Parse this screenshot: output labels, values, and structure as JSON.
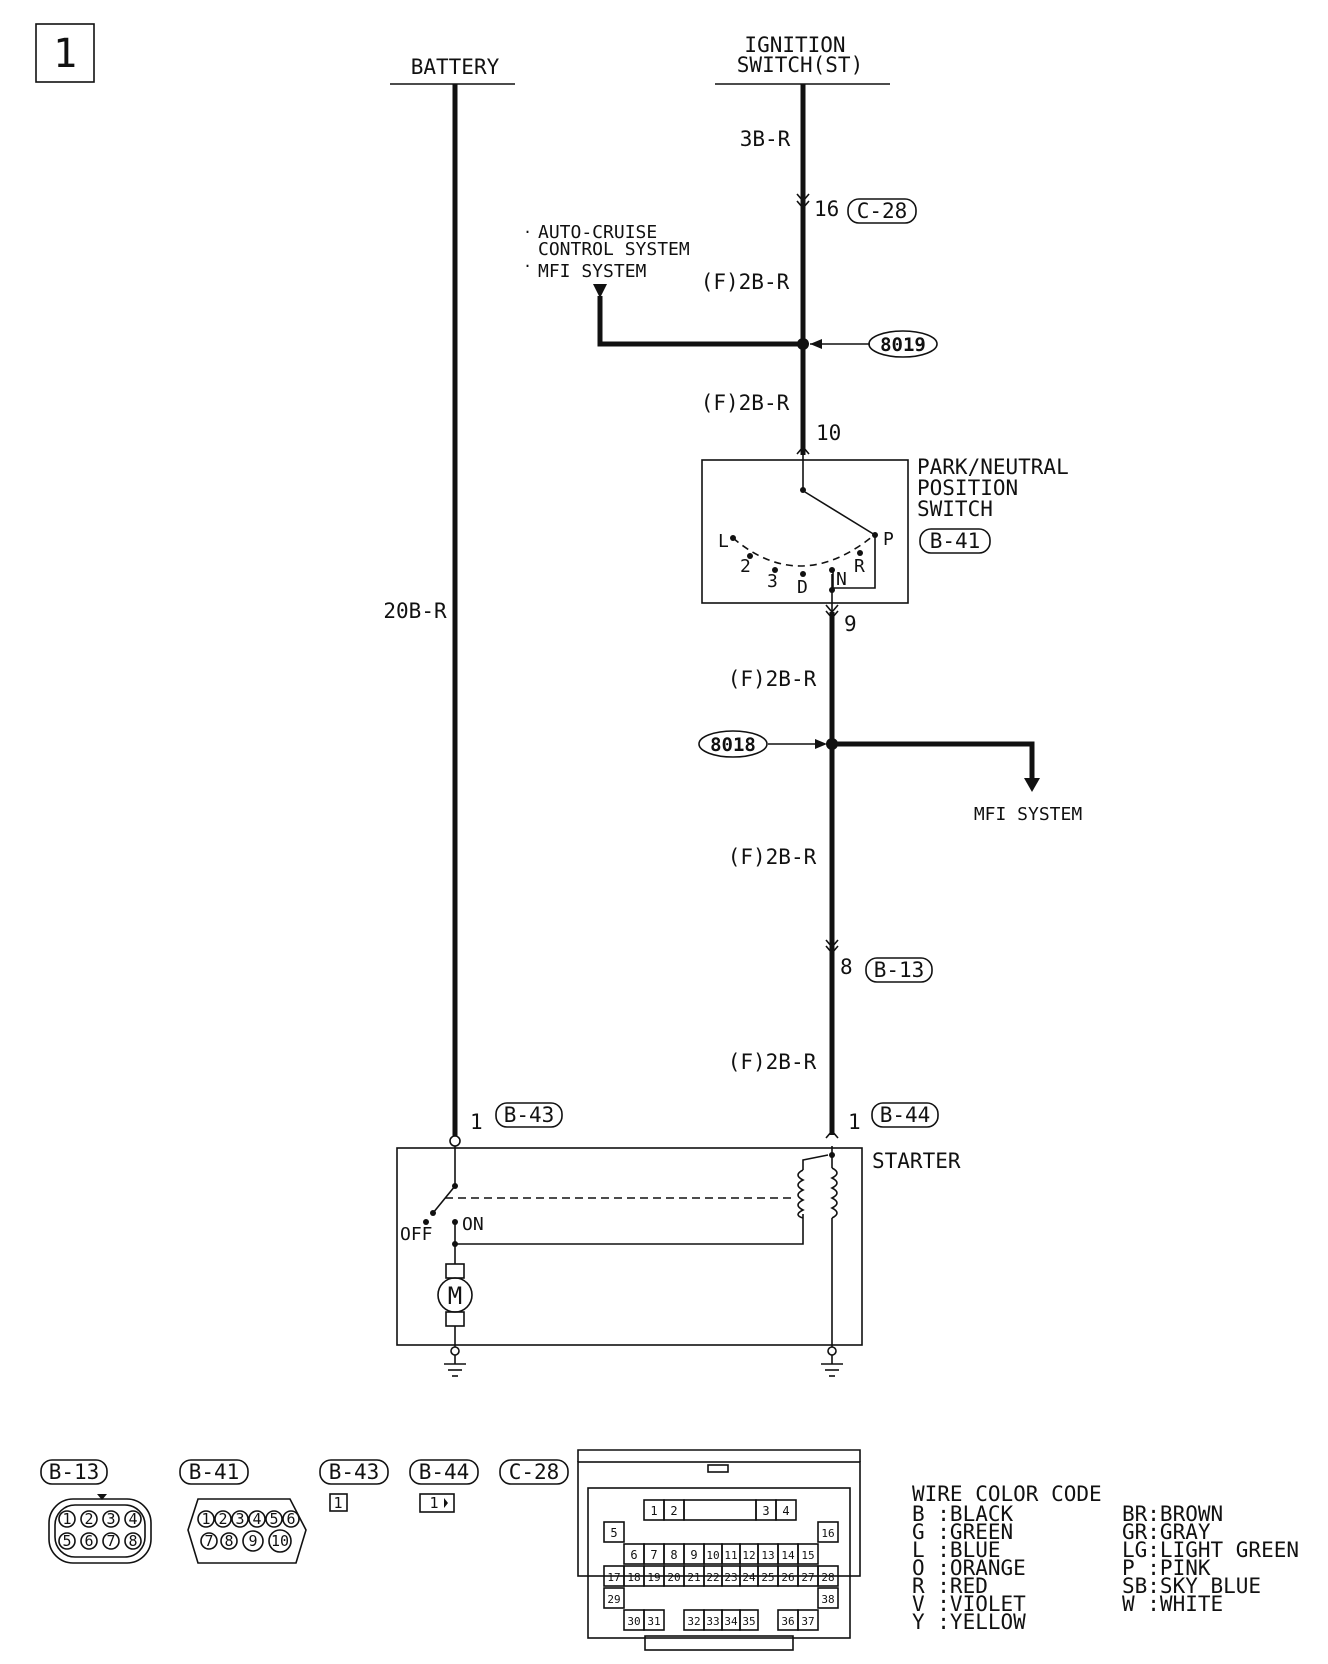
{
  "page_number": "1",
  "sources": {
    "battery": "BATTERY",
    "ignition_line1": "IGNITION",
    "ignition_line2": "SWITCH(ST)"
  },
  "wires": {
    "w_3br": "3B-R",
    "w_20br": "20B-R",
    "w_f2br": "(F)2B-R"
  },
  "pins": {
    "p16": "16",
    "p10": "10",
    "p9": "9",
    "p8": "8",
    "p1a": "1",
    "p1b": "1"
  },
  "connectors": {
    "c28": "C-28",
    "b41": "B-41",
    "b13": "B-13",
    "b43": "B-43",
    "b44": "B-44"
  },
  "splices": {
    "s8019": "8019",
    "s8018": "8018"
  },
  "branches": {
    "auto_cruise_1": "AUTO-CRUISE",
    "auto_cruise_2": "CONTROL SYSTEM",
    "mfi_1": "MFI SYSTEM",
    "mfi_2": "MFI SYSTEM"
  },
  "pn_switch": {
    "title1": "PARK/NEUTRAL",
    "title2": "POSITION",
    "title3": "SWITCH",
    "positions": [
      "L",
      "2",
      "3",
      "D",
      "N",
      "R",
      "P"
    ]
  },
  "starter": {
    "title": "STARTER",
    "off": "OFF",
    "on": "ON",
    "motor": "M"
  },
  "connector_views": {
    "b13_pins": [
      "1",
      "2",
      "3",
      "4",
      "5",
      "6",
      "7",
      "8"
    ],
    "b41_pins": [
      "1",
      "2",
      "3",
      "4",
      "5",
      "6",
      "7",
      "8",
      "9",
      "10"
    ],
    "b43_pin": "1",
    "b44_pin": "1",
    "c28_row1": [
      "1",
      "2",
      "3",
      "4"
    ],
    "c28_row2": [
      "5",
      "6",
      "7",
      "8",
      "9",
      "10",
      "11",
      "12",
      "13",
      "14",
      "15",
      "16"
    ],
    "c28_row3": [
      "17",
      "18",
      "19",
      "20",
      "21",
      "22",
      "23",
      "24",
      "25",
      "26",
      "27",
      "28"
    ],
    "c28_row4": [
      "29",
      "30",
      "31",
      "32",
      "33",
      "34",
      "35",
      "36",
      "37",
      "38"
    ]
  },
  "wire_color_code": {
    "title": "WIRE COLOR CODE",
    "left": [
      "B :BLACK",
      "G :GREEN",
      "L :BLUE",
      "O :ORANGE",
      "R :RED",
      "V :VIOLET",
      "Y :YELLOW"
    ],
    "right": [
      "BR:BROWN",
      "GR:GRAY",
      "LG:LIGHT GREEN",
      "P :PINK",
      "SB:SKY BLUE",
      "W :WHITE"
    ]
  }
}
